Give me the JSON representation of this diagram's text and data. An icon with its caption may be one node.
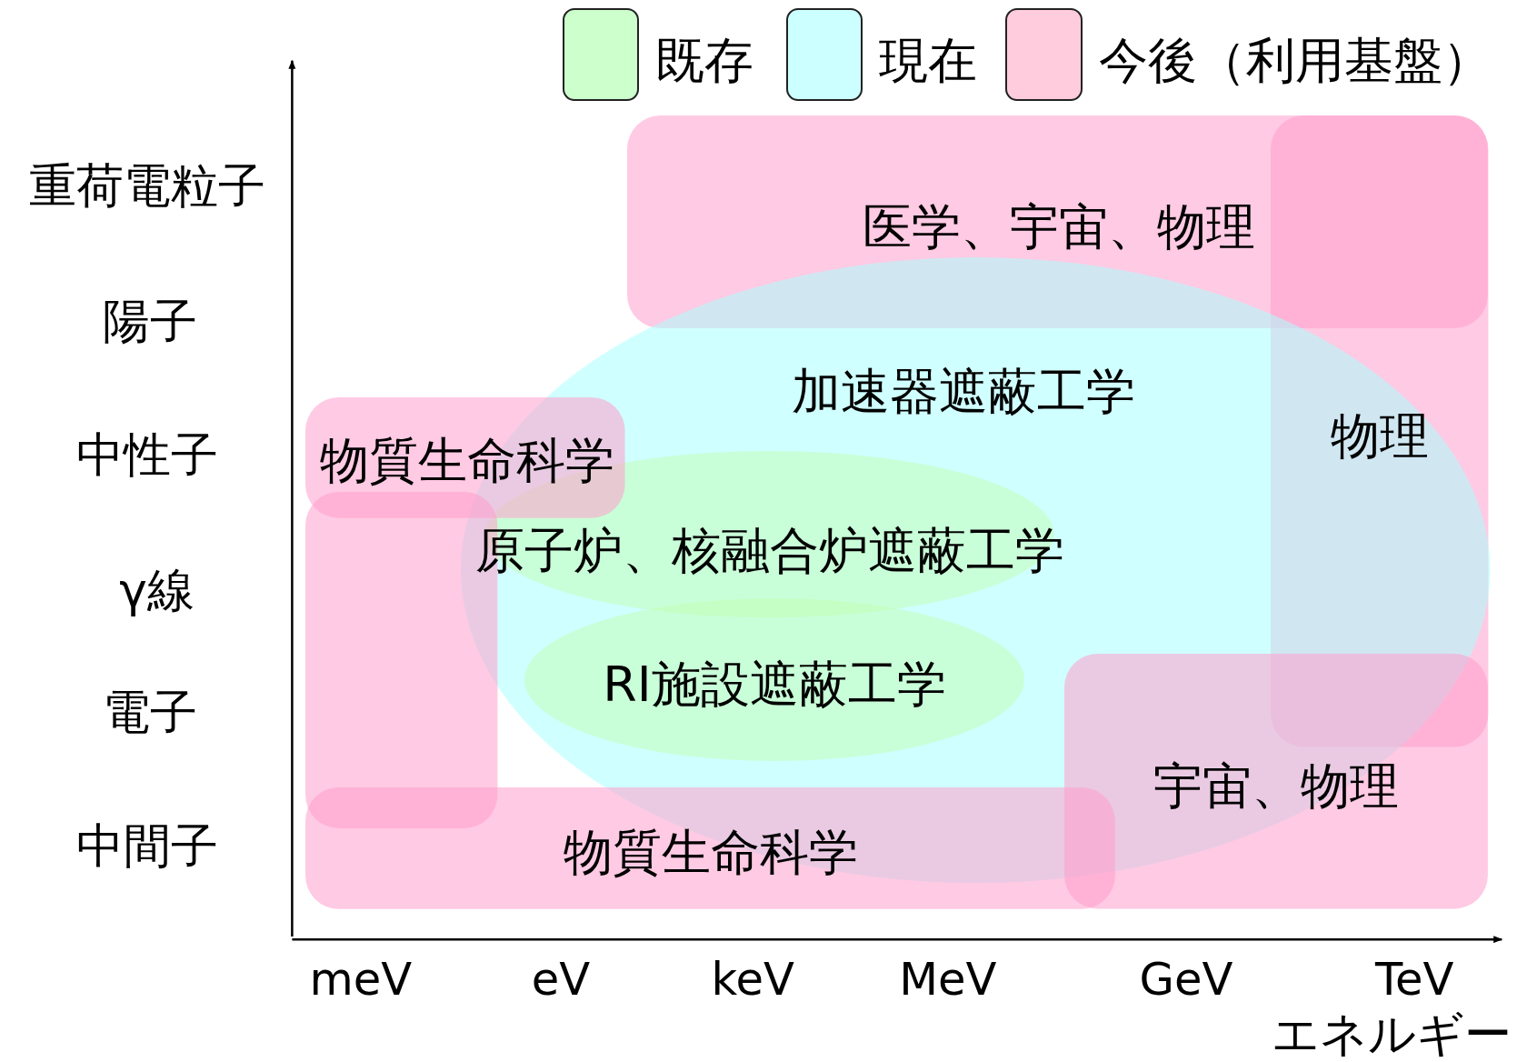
{
  "diagram": {
    "nodes": [
      {
        "text": [
          "医学、宇宙、物理"
        ]
      },
      {
        "text": [
          "物理"
        ]
      },
      {
        "text": [
          "加速器遮蔽工学"
        ]
      },
      {
        "text": [
          "物質生命科学"
        ]
      },
      {
        "text": [
          "原子炉、核融合炉遮蔽工学"
        ],
        "in": 2
      },
      {
        "text": [
          "RI施設遮蔽工学"
        ],
        "in": 2
      },
      {
        "text": [],
        "shape": "box"
      },
      {
        "text": [
          "物質生命科学"
        ]
      },
      {
        "text": [
          "宇宙、物理"
        ]
      }
    ],
    "labels": [
      "重荷電粒子",
      "陽子",
      "中性子",
      "γ線",
      "電子",
      "中間子",
      "meV",
      "eV",
      "keV",
      "MeV",
      "GeV",
      "TeV",
      "エネルギー"
    ],
    "legend": [
      {
        "text": "既存",
        "color": "#ccffcc"
      },
      {
        "text": "現在",
        "color": "#ccffff"
      },
      {
        "text": "今後（利用基盤）",
        "color": "#ffccdd"
      }
    ]
  }
}
